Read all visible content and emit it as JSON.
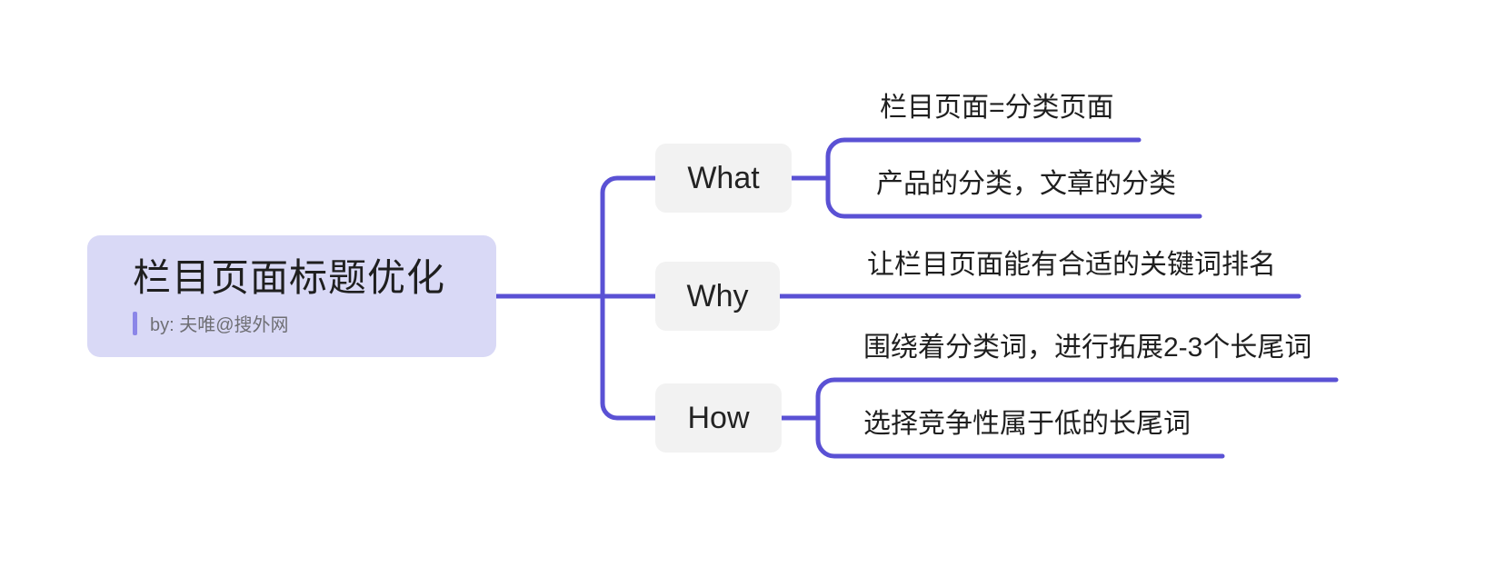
{
  "diagram": {
    "type": "mind-map",
    "background": "#ffffff",
    "connector_color": "#5a51d4",
    "root_fill": "#d9d9f6",
    "branch_fill": "#f2f2f2",
    "text_color": "#1f1f1f",
    "subtitle_color": "#6f6f74"
  },
  "root": {
    "title": "栏目页面标题优化",
    "subtitle": "by: 夫唯@搜外网"
  },
  "branches": [
    {
      "label": "What",
      "leaves": [
        {
          "text": "栏目页面=分类页面"
        },
        {
          "text": "产品的分类，文章的分类"
        }
      ]
    },
    {
      "label": "Why",
      "leaves": [
        {
          "text": "让栏目页面能有合适的关键词排名"
        }
      ]
    },
    {
      "label": "How",
      "leaves": [
        {
          "text": "围绕着分类词，进行拓展2-3个长尾词"
        },
        {
          "text": "选择竞争性属于低的长尾词"
        }
      ]
    }
  ]
}
